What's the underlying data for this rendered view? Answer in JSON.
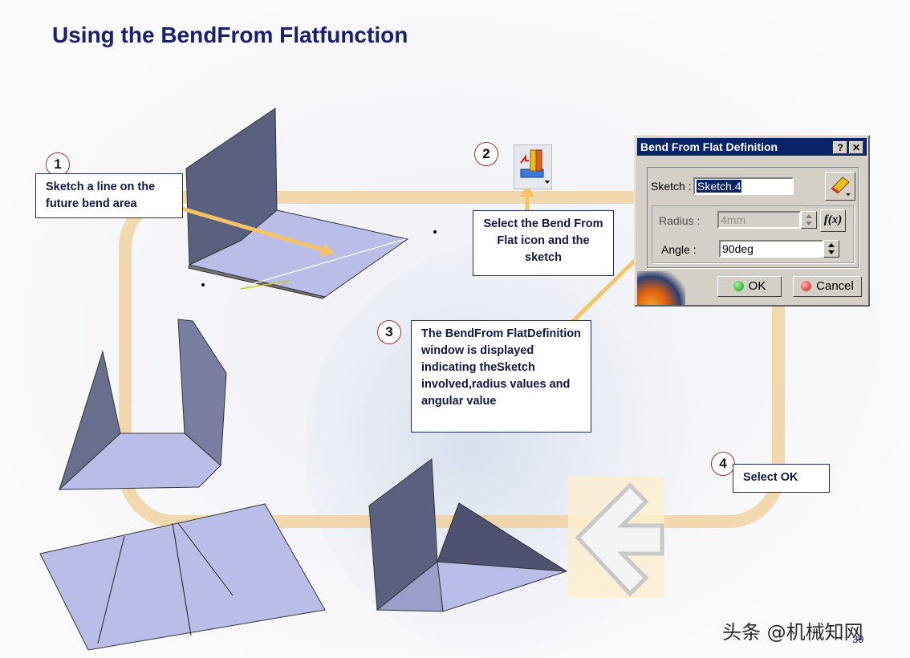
{
  "slide": {
    "title": "Using the BendFrom Flatfunction",
    "page_number": "39",
    "watermark": "头条 @机械知网"
  },
  "steps": [
    {
      "number": "1",
      "text": "Sketch  a line  on  the  future  bend  area"
    },
    {
      "number": "2",
      "text": "Select  the  Bend  From  Flat  icon  and  the  sketch"
    },
    {
      "number": "3",
      "text": "The  BendFrom  FlatDefinition  window  is displayed  indicating  theSketch  involved,radius  values  and  angular  value"
    },
    {
      "number": "4",
      "text": "Select  OK"
    }
  ],
  "toolbar_icon": {
    "name": "bend-from-flat-icon"
  },
  "dialog": {
    "title": "Bend From Flat Definition",
    "help_label": "?",
    "close_label": "✕",
    "sketch_label": "Sketch :",
    "sketch_value": "Sketch.4",
    "radius_label": "Radius :",
    "radius_value": "4mm",
    "angle_label": "Angle :",
    "angle_value": "90deg",
    "formula_label": "f(x)",
    "ok_label": "OK",
    "cancel_label": "Cancel"
  },
  "colors": {
    "title": "#1a1f6e",
    "loop": "#f0cd96",
    "step_circle_border": "#a63030",
    "dialog_titlebar": "#0a246a",
    "part_face": "#b9bde8",
    "part_dark": "#5a5e7e",
    "arrow": "#f5c266"
  }
}
